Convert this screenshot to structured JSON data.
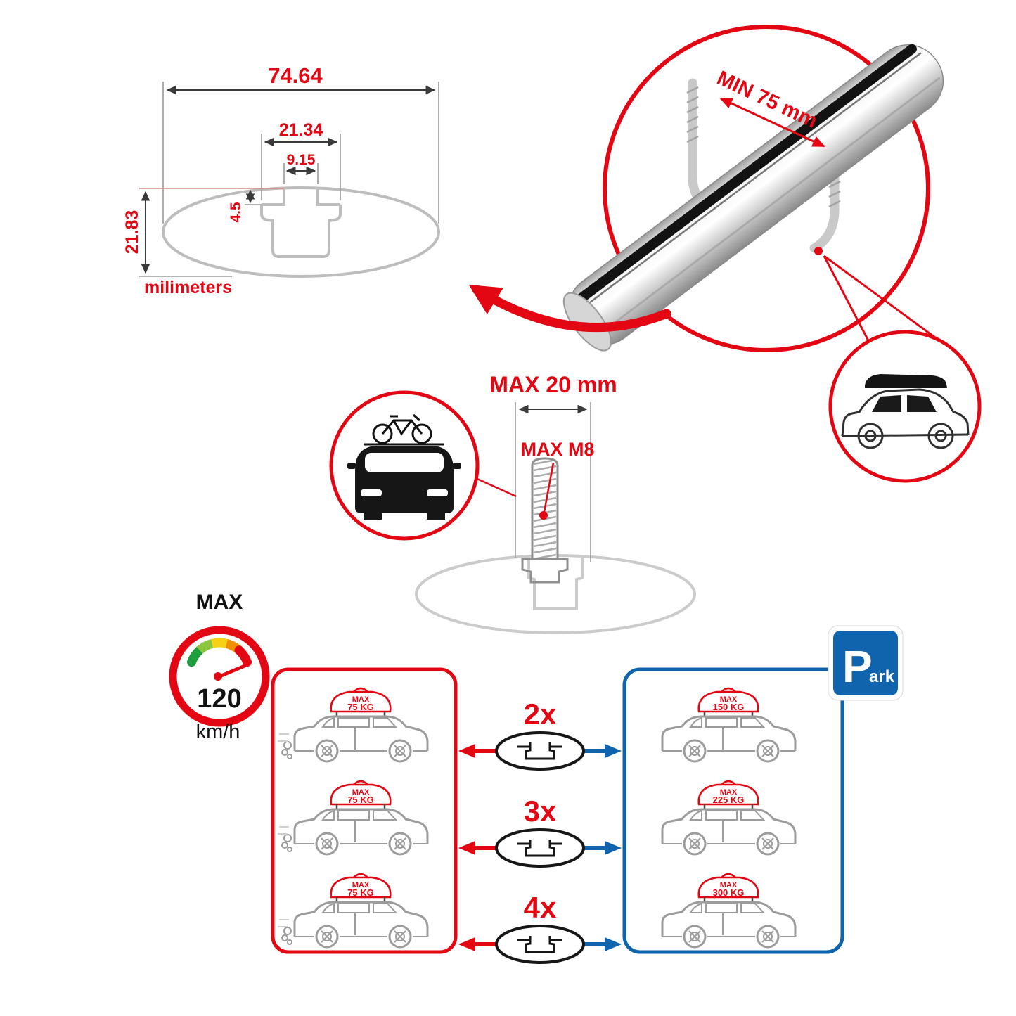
{
  "colors": {
    "red": "#e30613",
    "blue": "#1063ad",
    "profile-gray": "#bdbdbd",
    "car-gray": "#9c9c9c"
  },
  "cross_section": {
    "width": "74.64",
    "shoulder_width": "21.34",
    "slot_width": "9.15",
    "lip_depth": "4.5",
    "height": "21.83",
    "unit": "milimeters"
  },
  "bar_detail": {
    "min_clamp": "MIN 75 mm"
  },
  "bolt_detail": {
    "max_length": "MAX 20 mm",
    "max_thread": "MAX M8"
  },
  "speed_limit": {
    "label": "MAX",
    "value": "120",
    "unit": "km/h"
  },
  "crossbar_options": [
    {
      "count": "2x"
    },
    {
      "count": "3x"
    },
    {
      "count": "4x"
    }
  ],
  "driving_panel": {
    "cars": [
      {
        "load_line1": "MAX",
        "load_line2": "75 KG"
      },
      {
        "load_line1": "MAX",
        "load_line2": "75 KG"
      },
      {
        "load_line1": "MAX",
        "load_line2": "75 KG"
      }
    ]
  },
  "parking_panel": {
    "sign_letter": "P",
    "sign_rest": "ark",
    "cars": [
      {
        "load_line1": "MAX",
        "load_line2": "150 KG"
      },
      {
        "load_line1": "MAX",
        "load_line2": "225 KG"
      },
      {
        "load_line1": "MAX",
        "load_line2": "300 KG"
      }
    ]
  }
}
